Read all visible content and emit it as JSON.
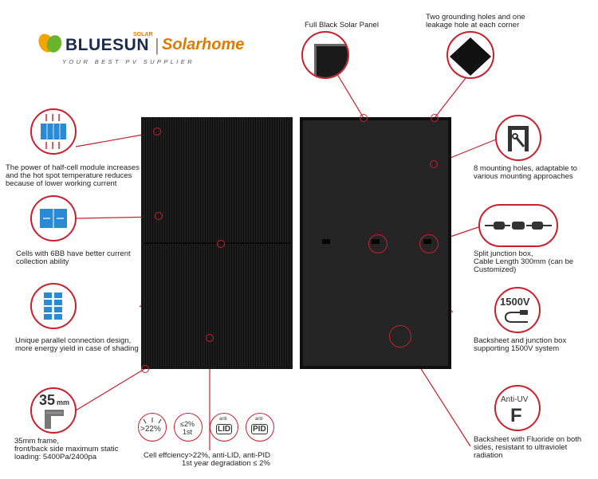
{
  "brand": {
    "bluesun": "BLUESUN",
    "solar_tag": "SOLAR",
    "separator": "|",
    "solarhome": "Solarhome",
    "tagline": "YOUR BEST PV SUPPLIER"
  },
  "features": {
    "full_black": "Full Black Solar Panel",
    "grounding_1": "Two grounding holes and one",
    "grounding_2": "leakage hole at each corner",
    "halfcell_1": "The power of half-cell module increases",
    "halfcell_2": "and the hot spot temperature reduces",
    "halfcell_3": "because of lower working current",
    "bb_1": "Cells with 6BB have better current",
    "bb_2": "collection ability",
    "parallel_1": "Unique parallel connection design,",
    "parallel_2": "more energy yield in case of shading",
    "frame_1": "35mm frame,",
    "frame_2": "front/back side maximum static",
    "frame_3": "loading: 5400Pa/2400pa",
    "mounting_1": "8 mounting holes, adaptable to",
    "mounting_2": "various mounting approaches",
    "junction_1": "Split junction box,",
    "junction_2": "Cable Length 300mm (can be",
    "junction_3": "Customized)",
    "backsheet_1": "Backsheet and junction box",
    "backsheet_2": "supporting 1500V system",
    "fluoride_1": "Backsheet with Fluoride on both",
    "fluoride_2": "sides, resistant to ultraviolet",
    "fluoride_3": "radiation",
    "eff_1": "Cell effciency>22%, anti-LID,  anti-PID",
    "eff_2": "1st year degradation ≤ 2%"
  },
  "badges": {
    "frame_num": "35",
    "frame_unit": "mm",
    "voltage": "1500V",
    "antiuv": "Anti-UV",
    "antiuv_letter": "F",
    "eff": ">22%",
    "degr": "≤2%",
    "degr_sub": "1st",
    "lid_top": "anti",
    "lid": "LID",
    "pid_top": "anti",
    "pid": "PID"
  },
  "colors": {
    "accent": "#c8202c",
    "cell_blue": "#2a8ad6",
    "panel": "#141414"
  }
}
